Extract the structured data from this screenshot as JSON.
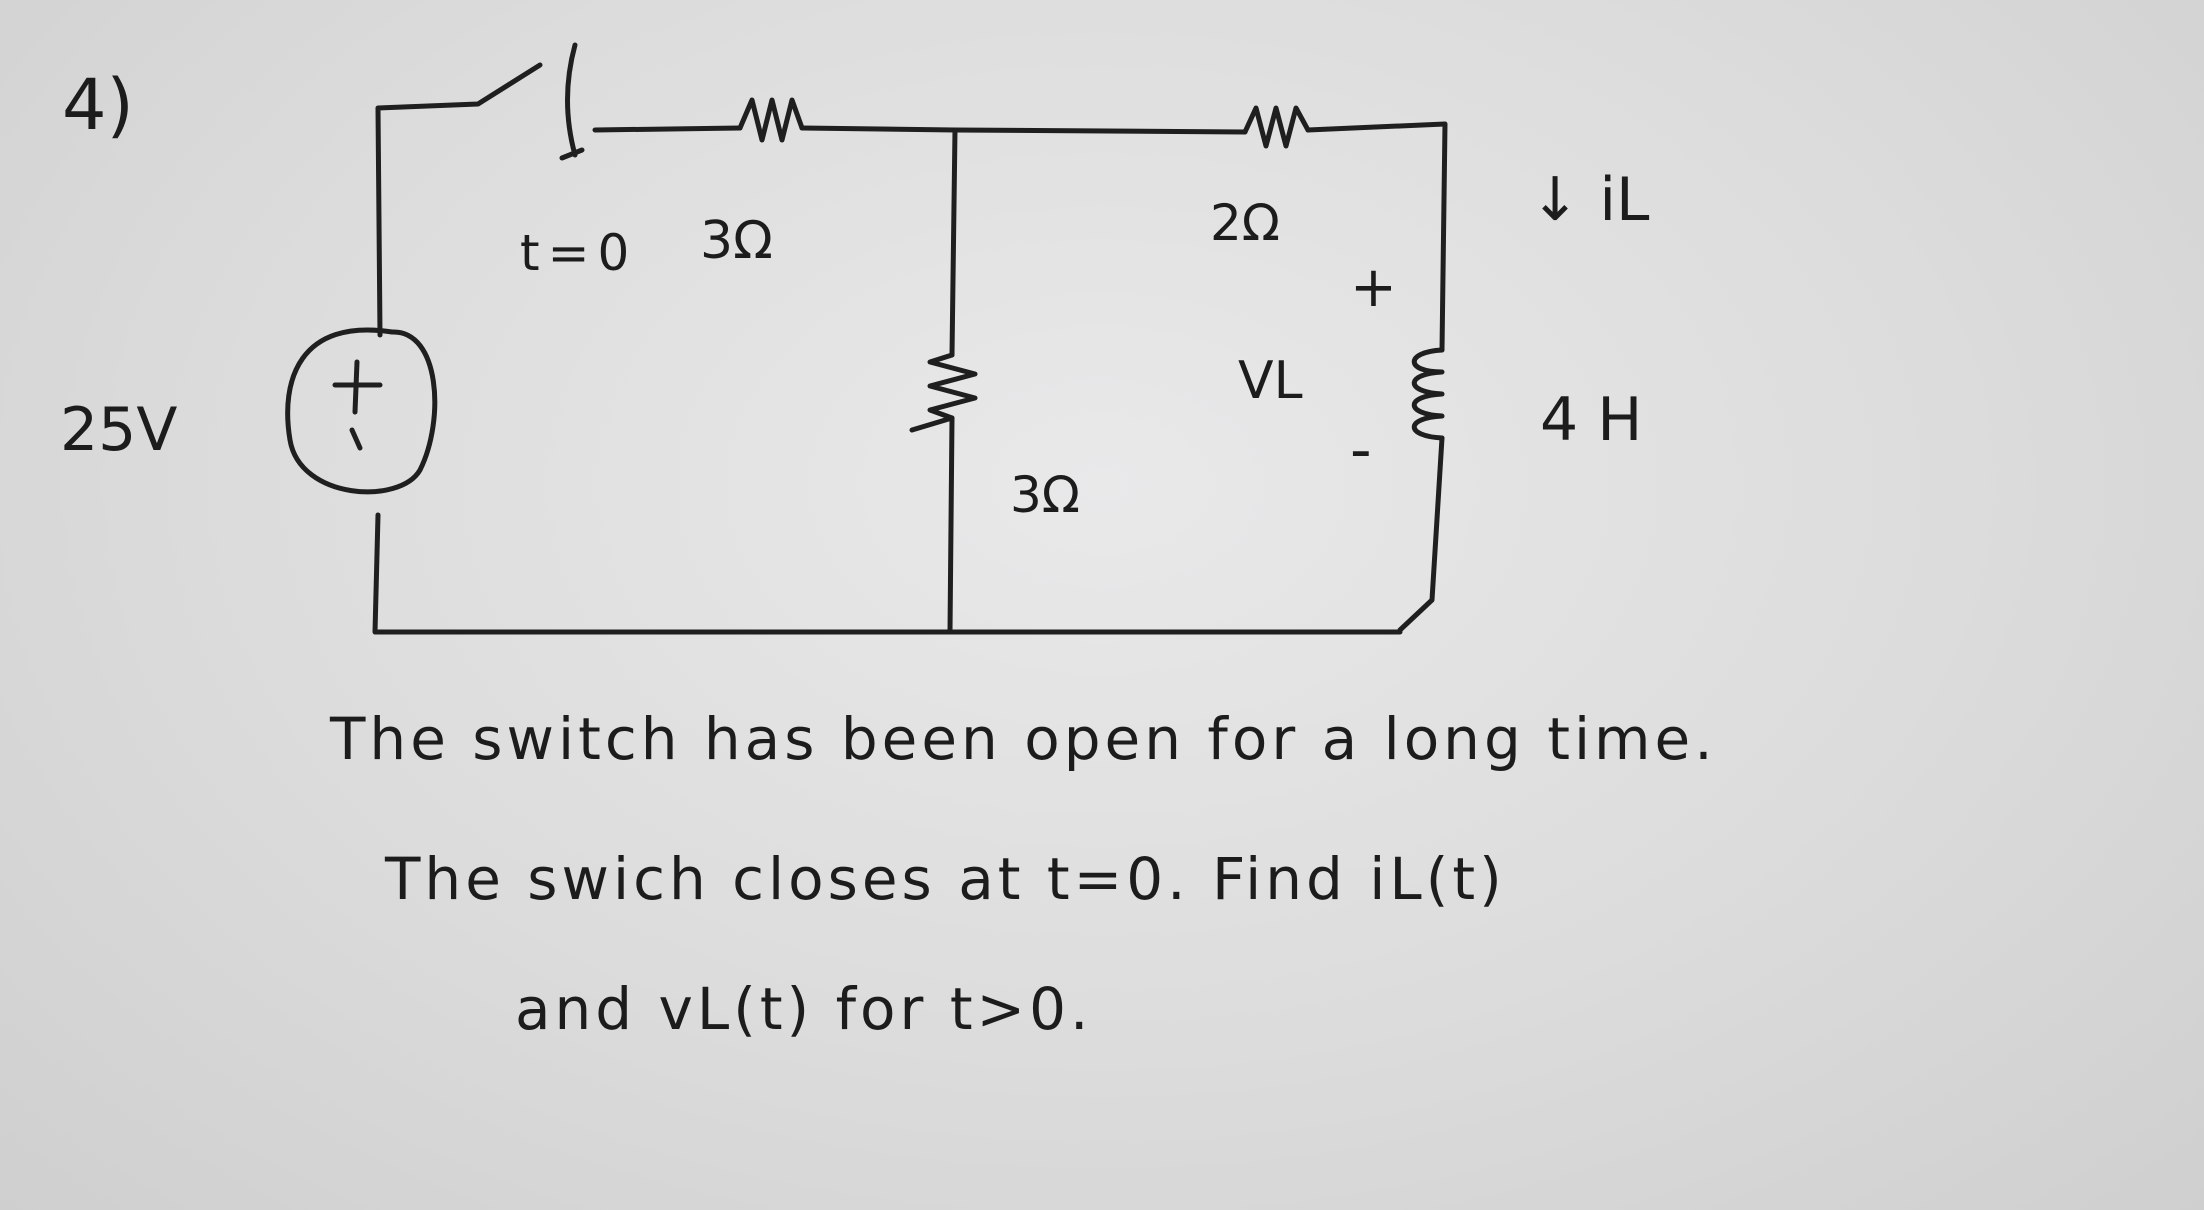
{
  "problem_number": "4)",
  "circuit": {
    "source_label": "25V",
    "source_plus": "+",
    "source_minus": "-",
    "switch_label": "t=0",
    "r1_label": "3Ω",
    "r2_label": "3Ω",
    "r3_label": "2Ω",
    "inductor_label": "4 H",
    "vl_label": "VL",
    "vl_plus": "+",
    "vl_minus": "-",
    "il_label": "↓ iL"
  },
  "text": {
    "line1": "The   switch has been   open for a   long time.",
    "line2": "The   swich closes at  t=0.  Find  iL(t)",
    "line3": "and  vL(t)  for  t>0."
  }
}
